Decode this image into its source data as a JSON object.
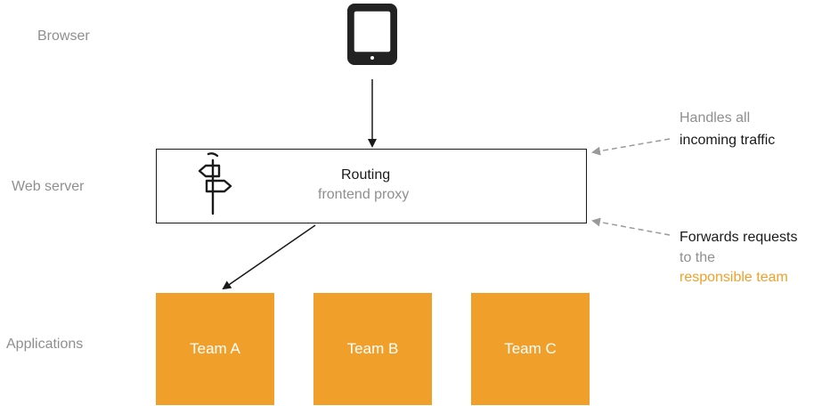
{
  "layers": {
    "browser": "Browser",
    "web_server": "Web server",
    "applications": "Applications"
  },
  "proxy": {
    "title": "Routing",
    "subtitle": "frontend proxy"
  },
  "notes": {
    "incoming_line1": "Handles all",
    "incoming_line2": "incoming traffic",
    "forwards_line1": "Forwards requests",
    "forwards_line2": "to the",
    "forwards_line3": "responsible team"
  },
  "teams": [
    "Team A",
    "Team B",
    "Team C"
  ],
  "colors": {
    "team_fill": "#f0a02a",
    "muted_text": "#8f8f8f",
    "line": "#1a1a1a",
    "dashed_arrow": "#9a9a9a"
  },
  "icons": {
    "browser": "tablet-icon",
    "routing": "signpost-icon"
  }
}
